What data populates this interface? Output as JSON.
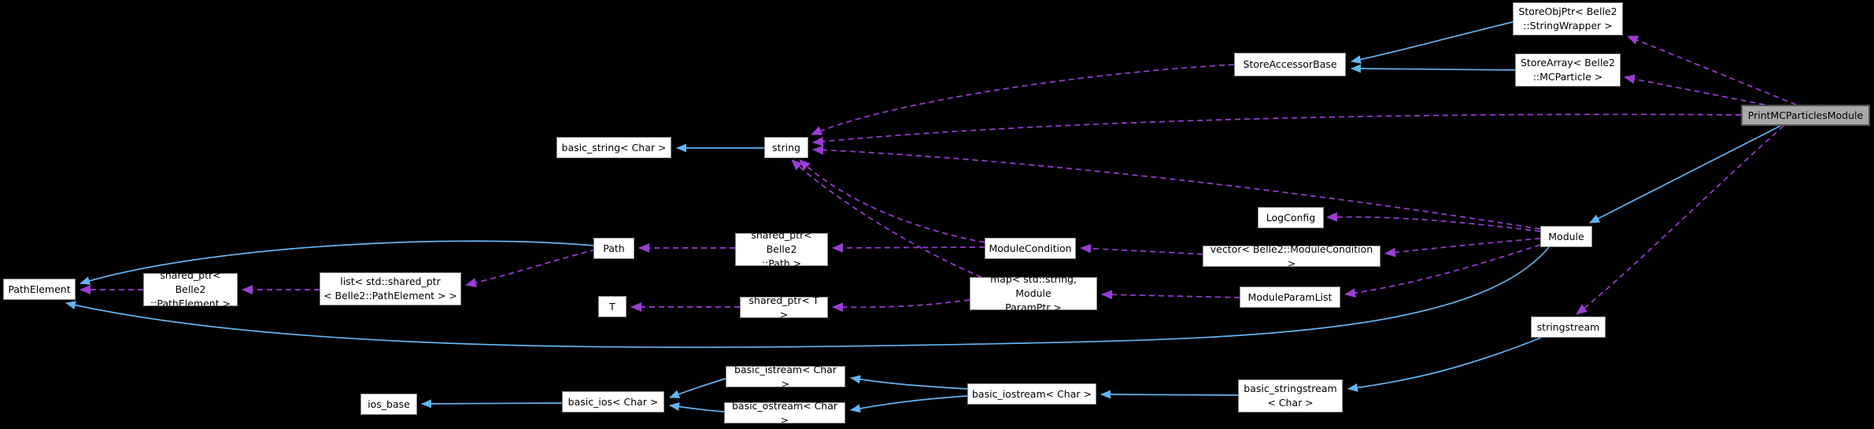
{
  "diagram": {
    "kind": "collaboration-graph",
    "highlighted_node": "PrintMCParticlesModule",
    "background": "#000000"
  },
  "colors": {
    "node_background": "#ffffff",
    "node_border": "#8c8c8c",
    "highlight_background": "#a8a8a8",
    "inheritance_edge": "#63b4f2",
    "usage_edge": "#9b3dd6",
    "text": "#000000"
  },
  "nodes": {
    "store_objptr": {
      "label": "StoreObjPtr< Belle2\n::StringWrapper >"
    },
    "store_array": {
      "label": "StoreArray< Belle2\n::MCParticle >"
    },
    "store_accessor_base": {
      "label": "StoreAccessorBase"
    },
    "print_module": {
      "label": "PrintMCParticlesModule"
    },
    "basic_string": {
      "label": "basic_string< Char >"
    },
    "string": {
      "label": "string"
    },
    "log_config": {
      "label": "LogConfig"
    },
    "module": {
      "label": "Module"
    },
    "module_condition": {
      "label": "ModuleCondition"
    },
    "vector_module_condition": {
      "label": "vector< Belle2::ModuleCondition >"
    },
    "path": {
      "label": "Path"
    },
    "shared_ptr_path": {
      "label": "shared_ptr< Belle2\n::Path >"
    },
    "map_param": {
      "label": "map< std::string, Module\nParamPtr >"
    },
    "module_param_list": {
      "label": "ModuleParamList"
    },
    "t": {
      "label": "T"
    },
    "shared_ptr_t": {
      "label": "shared_ptr< T >"
    },
    "path_element": {
      "label": "PathElement"
    },
    "shared_ptr_path_element": {
      "label": "shared_ptr< Belle2\n::PathElement >"
    },
    "list_shared_ptr": {
      "label": "list< std::shared_ptr\n< Belle2::PathElement > >"
    },
    "stringstream": {
      "label": "stringstream"
    },
    "ios_base": {
      "label": "ios_base"
    },
    "basic_ios": {
      "label": "basic_ios< Char >"
    },
    "basic_istream": {
      "label": "basic_istream< Char >"
    },
    "basic_ostream": {
      "label": "basic_ostream< Char >"
    },
    "basic_iostream": {
      "label": "basic_iostream< Char >"
    },
    "basic_stringstream": {
      "label": "basic_stringstream\n< Char >"
    }
  },
  "edges": [
    {
      "from": "string",
      "to": "basic_string",
      "type": "inheritance"
    },
    {
      "from": "store_objptr",
      "to": "store_accessor_base",
      "type": "inheritance"
    },
    {
      "from": "store_array",
      "to": "store_accessor_base",
      "type": "inheritance"
    },
    {
      "from": "print_module",
      "to": "module",
      "type": "inheritance"
    },
    {
      "from": "module",
      "to": "path_element",
      "type": "inheritance"
    },
    {
      "from": "path",
      "to": "path_element",
      "type": "inheritance"
    },
    {
      "from": "basic_ios",
      "to": "ios_base",
      "type": "inheritance"
    },
    {
      "from": "basic_istream",
      "to": "basic_ios",
      "type": "inheritance"
    },
    {
      "from": "basic_ostream",
      "to": "basic_ios",
      "type": "inheritance"
    },
    {
      "from": "basic_iostream",
      "to": "basic_istream",
      "type": "inheritance"
    },
    {
      "from": "basic_iostream",
      "to": "basic_ostream",
      "type": "inheritance"
    },
    {
      "from": "basic_stringstream",
      "to": "basic_iostream",
      "type": "inheritance"
    },
    {
      "from": "stringstream",
      "to": "basic_stringstream",
      "type": "inheritance"
    },
    {
      "from": "print_module",
      "to": "store_objptr",
      "type": "usage"
    },
    {
      "from": "print_module",
      "to": "store_array",
      "type": "usage"
    },
    {
      "from": "print_module",
      "to": "string",
      "type": "usage"
    },
    {
      "from": "print_module",
      "to": "stringstream",
      "type": "usage"
    },
    {
      "from": "store_accessor_base",
      "to": "string",
      "type": "usage"
    },
    {
      "from": "module",
      "to": "string",
      "type": "usage"
    },
    {
      "from": "module",
      "to": "log_config",
      "type": "usage"
    },
    {
      "from": "module",
      "to": "vector_module_condition",
      "type": "usage"
    },
    {
      "from": "module",
      "to": "module_param_list",
      "type": "usage"
    },
    {
      "from": "module_condition",
      "to": "string",
      "type": "usage"
    },
    {
      "from": "map_param",
      "to": "string",
      "type": "usage"
    },
    {
      "from": "vector_module_condition",
      "to": "module_condition",
      "type": "usage"
    },
    {
      "from": "module_param_list",
      "to": "map_param",
      "type": "usage"
    },
    {
      "from": "module_condition",
      "to": "shared_ptr_path",
      "type": "usage"
    },
    {
      "from": "map_param",
      "to": "shared_ptr_t",
      "type": "usage"
    },
    {
      "from": "shared_ptr_path",
      "to": "path",
      "type": "usage"
    },
    {
      "from": "shared_ptr_t",
      "to": "t",
      "type": "usage"
    },
    {
      "from": "path",
      "to": "list_shared_ptr",
      "type": "usage"
    },
    {
      "from": "list_shared_ptr",
      "to": "shared_ptr_path_element",
      "type": "usage"
    },
    {
      "from": "shared_ptr_path_element",
      "to": "path_element",
      "type": "usage"
    }
  ]
}
